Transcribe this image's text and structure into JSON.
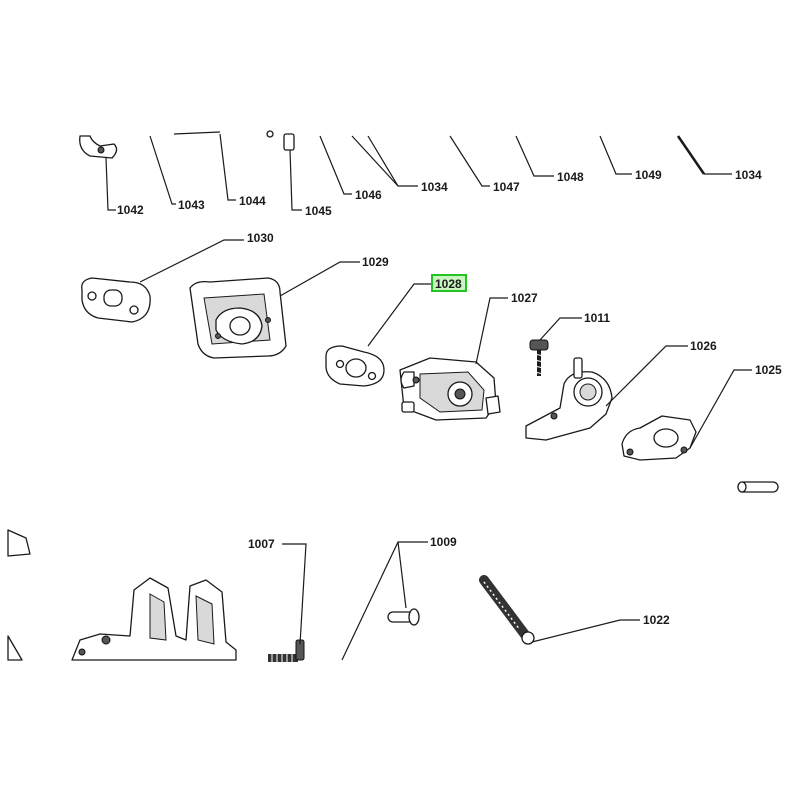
{
  "diagram": {
    "highlight_color": "#22c322",
    "selected_part": "1028",
    "labels": {
      "p1042": "1042",
      "p1043": "1043",
      "p1044": "1044",
      "p1045": "1045",
      "p1046": "1046",
      "p1034a": "1034",
      "p1047": "1047",
      "p1048": "1048",
      "p1049": "1049",
      "p1034b": "1034",
      "p1030": "1030",
      "p1029": "1029",
      "p1028": "1028",
      "p1027": "1027",
      "p1011": "1011",
      "p1026": "1026",
      "p1025": "1025",
      "p1007": "1007",
      "p1009": "1009",
      "p1022": "1022"
    }
  }
}
